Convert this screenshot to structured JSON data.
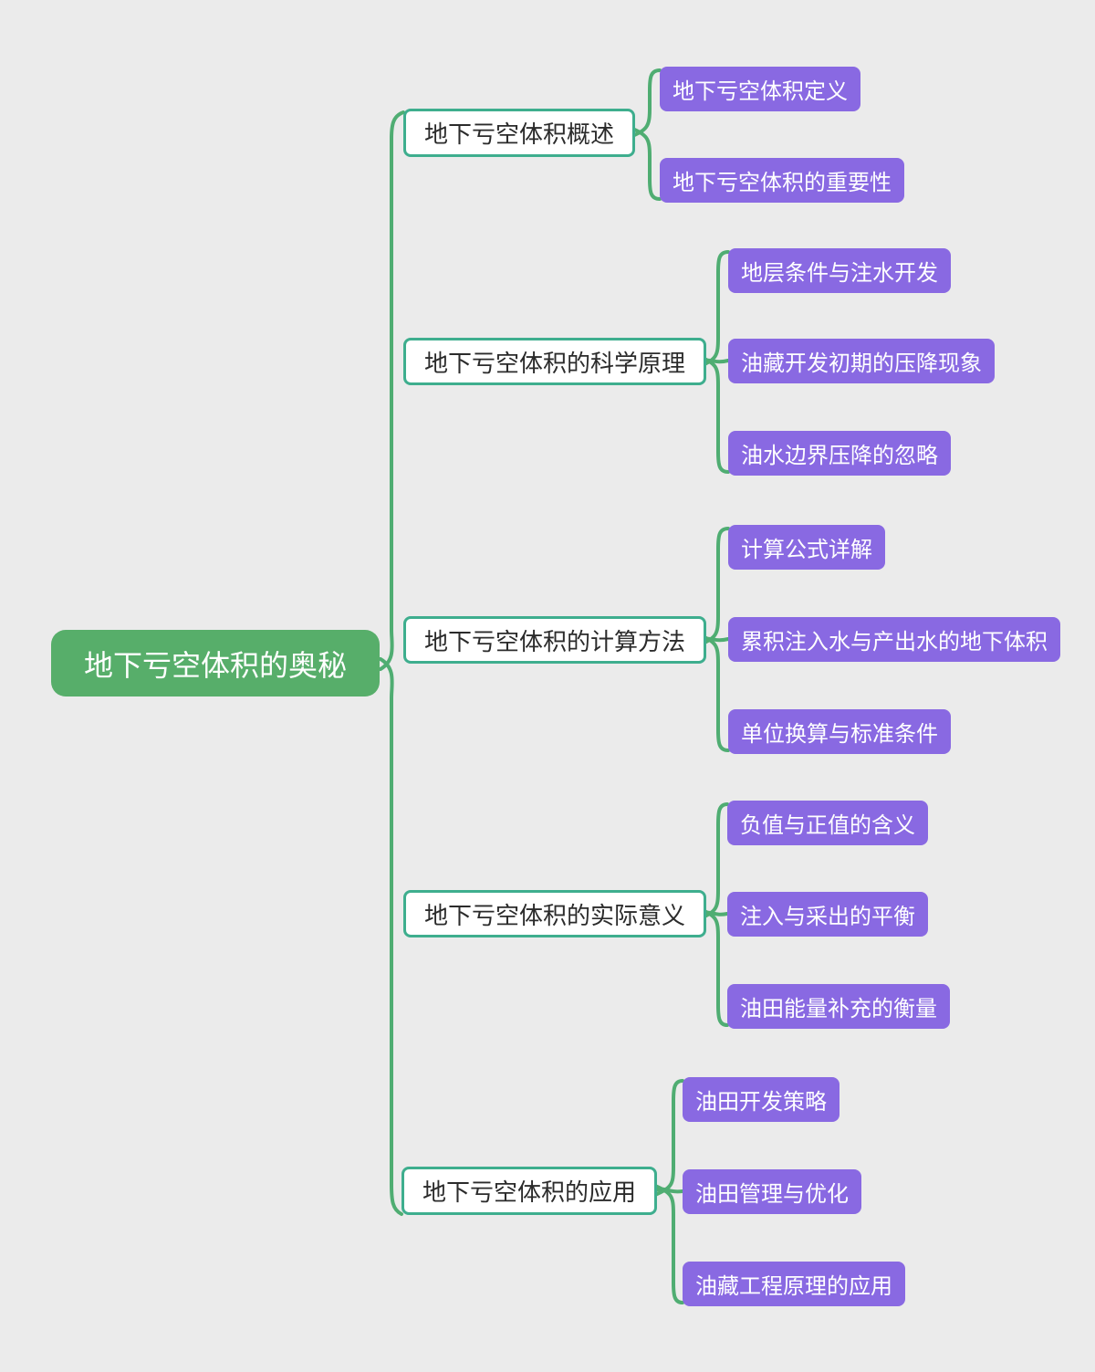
{
  "title": "地下亏空体积的奥秘",
  "colors": {
    "background": "#EBEBEB",
    "connector": "#4FAD72",
    "root_fill": "#57AE6A",
    "branch_border": "#3EAE8E",
    "branch_text": "#2B2B2B",
    "leaf_fill": "#8969E2",
    "node_text_light": "#FFFFFF"
  },
  "root": {
    "label": "地下亏空体积的奥秘"
  },
  "branches": [
    {
      "label": "地下亏空体积概述",
      "children": [
        {
          "label": "地下亏空体积定义"
        },
        {
          "label": "地下亏空体积的重要性"
        }
      ]
    },
    {
      "label": "地下亏空体积的科学原理",
      "children": [
        {
          "label": "地层条件与注水开发"
        },
        {
          "label": "油藏开发初期的压降现象"
        },
        {
          "label": "油水边界压降的忽略"
        }
      ]
    },
    {
      "label": "地下亏空体积的计算方法",
      "children": [
        {
          "label": "计算公式详解"
        },
        {
          "label": "累积注入水与产出水的地下体积"
        },
        {
          "label": "单位换算与标准条件"
        }
      ]
    },
    {
      "label": "地下亏空体积的实际意义",
      "children": [
        {
          "label": "负值与正值的含义"
        },
        {
          "label": "注入与采出的平衡"
        },
        {
          "label": "油田能量补充的衡量"
        }
      ]
    },
    {
      "label": "地下亏空体积的应用",
      "children": [
        {
          "label": "油田开发策略"
        },
        {
          "label": "油田管理与优化"
        },
        {
          "label": "油藏工程原理的应用"
        }
      ]
    }
  ]
}
